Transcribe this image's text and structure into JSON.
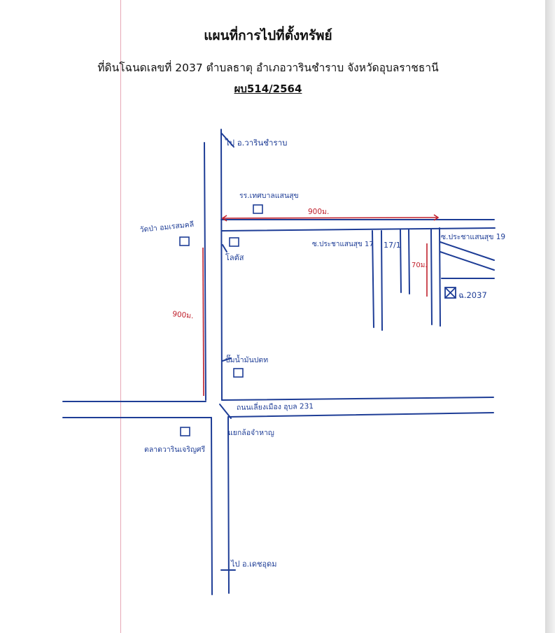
{
  "header": {
    "title": "แผนที่การไปที่ตั้งทรัพย์",
    "subtitle": "ที่ดินโฉนดเลขที่ 2037 ตำบลธาตุ อำเภอวารินชำราบ จังหวัดอุบลราชธานี",
    "document_no": "ผบ514/2564"
  },
  "labels": {
    "to_warin": "ไป อ.วารินชำราบ",
    "school": "รร.เทศบาลแสนสุข",
    "temple": "วัดป่า อมเรสมคลี",
    "lotus": "โลตัส",
    "gas_station": "ปั๊มน้ำมันปตท",
    "soi_prachasansuk_17": "ซ.ประชาแสนสุข 17",
    "soi_17_1": "17/1",
    "soi_prachasansuk_19": "ซ.ประชาแสนสุข 19",
    "property": "ฉ.2037",
    "highway": "ถนนเลี่ยงเมือง อุบล 231",
    "intersection": "แยกล้อจำหาญ",
    "market": "ตลาดวารินเจริญศรี",
    "to_det_udom": "ไป อ.เดชอุดม",
    "dist_top": "900ม.",
    "dist_left": "900ม.",
    "dist_right": "70ม."
  },
  "colors": {
    "road_ink": "#1e3d96",
    "distance_ink": "#c0202c",
    "margin_rule": "#e7a7b5"
  },
  "icons": {
    "landmark": "square-marker-icon",
    "property": "crossed-square-property-icon"
  }
}
